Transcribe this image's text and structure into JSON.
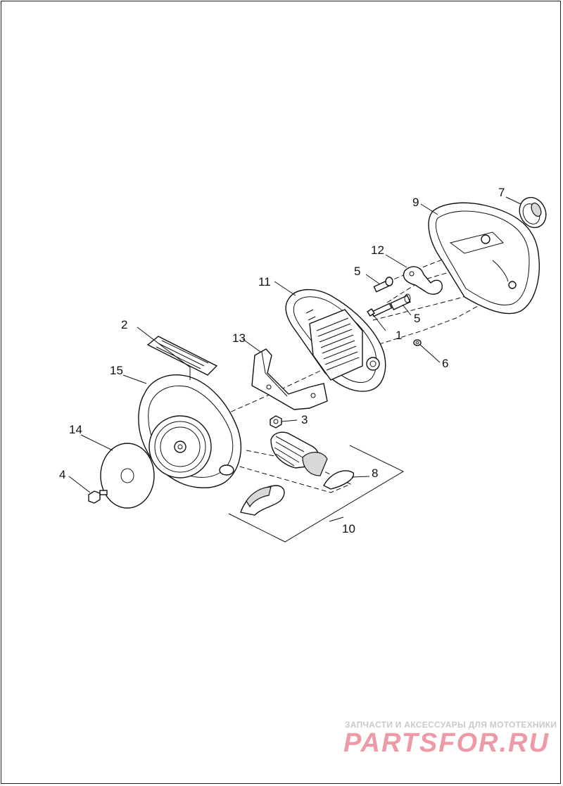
{
  "diagram": {
    "callouts": [
      "1",
      "2",
      "3",
      "4",
      "5",
      "5",
      "6",
      "7",
      "8",
      "9",
      "10",
      "11",
      "12",
      "13",
      "14",
      "15"
    ]
  },
  "watermark": {
    "tagline": "ЗАПЧАСТИ И АКСЕССУАРЫ ДЛЯ МОТОТЕХНИКИ",
    "logo": "PARTSFOR.RU"
  },
  "colors": {
    "line": "#111111",
    "watermark_tagline": "#c9c9c9",
    "watermark_logo": "#ed9aa6"
  }
}
